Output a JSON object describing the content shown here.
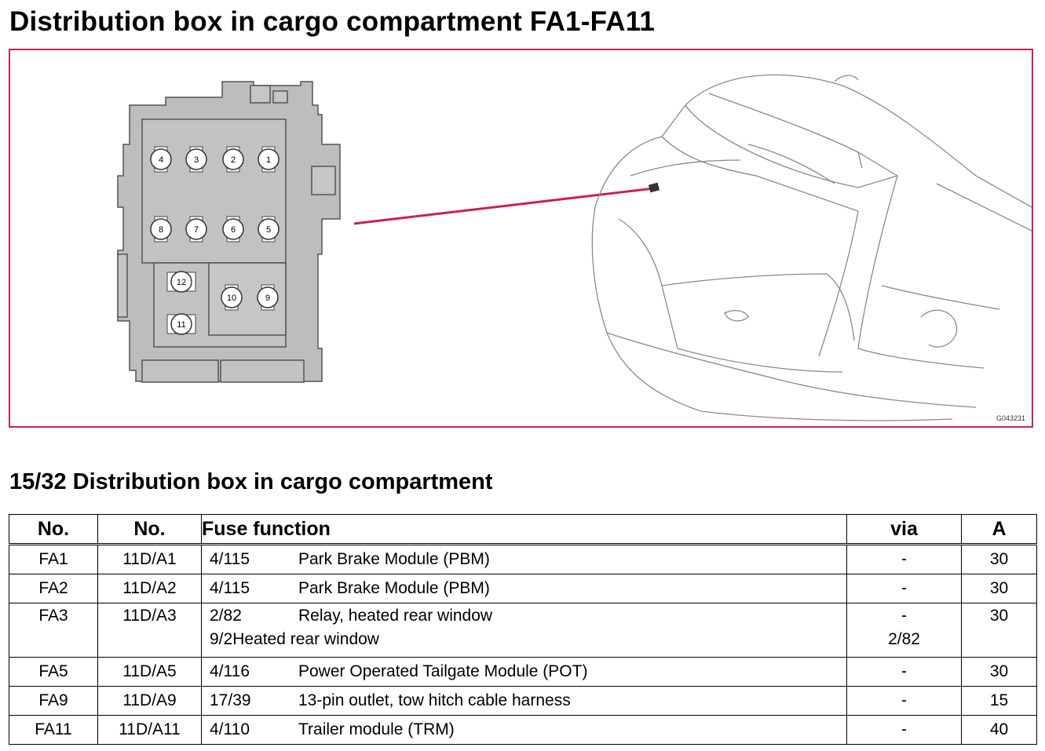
{
  "page": {
    "title": "Distribution box in cargo compartment FA1-FA11",
    "subtitle": "15/32 Distribution box in cargo compartment"
  },
  "figure": {
    "code": "G043231",
    "accent_color": "#c8234d",
    "fusebox_color": "#bdbdbd",
    "fuse_labels": [
      "4",
      "3",
      "2",
      "1",
      "8",
      "7",
      "6",
      "5",
      "12",
      "10",
      "9",
      "11"
    ]
  },
  "table": {
    "headers": [
      "No.",
      "No.",
      "Fuse function",
      "via",
      "A"
    ],
    "rows": [
      {
        "no1": "FA1",
        "no2": "11D/A1",
        "code": "4/115",
        "func": "Park Brake Module (PBM)",
        "via": "-",
        "a": "30"
      },
      {
        "no1": "FA2",
        "no2": "11D/A2",
        "code": "4/115",
        "func": "Park Brake Module (PBM)",
        "via": "-",
        "a": "30"
      },
      {
        "no1": "FA3",
        "no2": "11D/A3",
        "code": "2/82",
        "func": "Relay, heated rear window",
        "via": "-",
        "a": "30",
        "code2": "9/2",
        "func2": "Heated rear window",
        "via2": "2/82"
      },
      {
        "no1": "FA5",
        "no2": "11D/A5",
        "code": "4/116",
        "func": "Power Operated Tailgate Module (POT)",
        "via": "-",
        "a": "30"
      },
      {
        "no1": "FA9",
        "no2": "11D/A9",
        "code": "17/39",
        "func": "13-pin outlet, tow hitch cable harness",
        "via": "-",
        "a": "15"
      },
      {
        "no1": "FA11",
        "no2": "11D/A11",
        "code": "4/110",
        "func": "Trailer module (TRM)",
        "via": "-",
        "a": "40"
      }
    ]
  }
}
